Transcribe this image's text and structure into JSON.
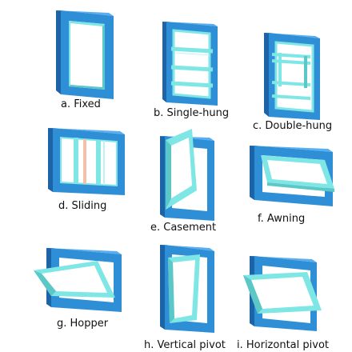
{
  "colors": {
    "frame_front": "#2f8fd6",
    "frame_side": "#1d63a8",
    "frame_top": "#58aef0",
    "glass_edge": "#7fe6e6",
    "glass_edge_dark": "#5cc7c7",
    "pane_line": "#bdf3f3",
    "slider_bar": "#f1c1aa"
  },
  "windows": [
    {
      "id": "a",
      "label": "a. Fixed"
    },
    {
      "id": "b",
      "label": "b. Single-hung"
    },
    {
      "id": "c",
      "label": "c. Double-hung"
    },
    {
      "id": "d",
      "label": "d. Sliding"
    },
    {
      "id": "e",
      "label": "e. Casement"
    },
    {
      "id": "f",
      "label": "f. Awning"
    },
    {
      "id": "g",
      "label": "g. Hopper"
    },
    {
      "id": "h",
      "label": "h. Vertical pivot"
    },
    {
      "id": "i",
      "label": "i. Horizontal pivot"
    }
  ]
}
